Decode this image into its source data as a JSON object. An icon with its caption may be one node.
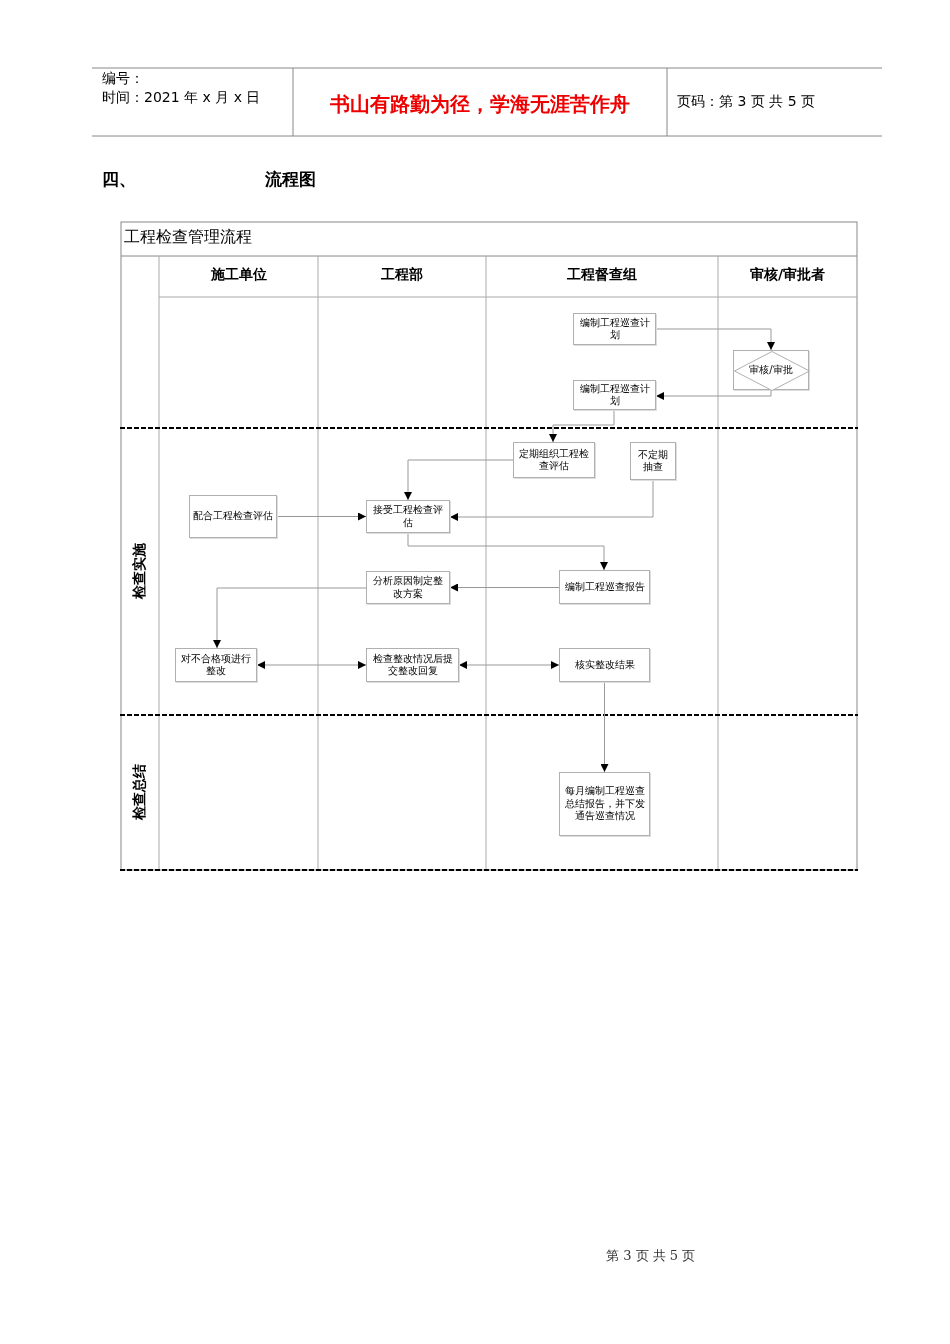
{
  "diagram": {
    "title": "工程检查管理流程",
    "nodes": [
      {
        "text": [
          "编制工程巡查计划"
        ]
      },
      {
        "text": [
          "审核/审批"
        ]
      },
      {
        "text": [
          "编制工程巡查计划"
        ]
      },
      {
        "text": [
          "定期组织工程检查评估"
        ]
      },
      {
        "text": [
          "不定期抽查"
        ]
      },
      {
        "text": [
          "配合工程检查评估"
        ]
      },
      {
        "text": [
          "接受工程检查评估"
        ]
      },
      {
        "text": [
          "分析原因制定整改方案"
        ]
      },
      {
        "text": [
          "编制工程巡查报告"
        ]
      },
      {
        "text": [
          "对不合格项进行整改"
        ]
      },
      {
        "text": [
          "检查整改情况后提交整改回复"
        ]
      },
      {
        "text": [
          "核实整改结果"
        ]
      },
      {
        "text": [
          "每月编制工程巡查总结报告，并下发通告巡查情况"
        ]
      }
    ],
    "edges": [
      {
        "from": 0,
        "to": 1,
        "arrow": "to"
      },
      {
        "from": 1,
        "to": 2,
        "arrow": "to"
      },
      {
        "from": 2,
        "to": 3,
        "arrow": "to"
      },
      {
        "from": 3,
        "to": 6,
        "arrow": "to"
      },
      {
        "from": 5,
        "to": 6,
        "arrow": "to"
      },
      {
        "from": 4,
        "to": 6,
        "arrow": "to"
      },
      {
        "from": 6,
        "to": 8,
        "arrow": "to"
      },
      {
        "from": 8,
        "to": 7,
        "arrow": "to"
      },
      {
        "from": 7,
        "to": 9,
        "arrow": "to"
      },
      {
        "from": 9,
        "to": 10,
        "arrow": "both"
      },
      {
        "from": 10,
        "to": 11,
        "arrow": "both"
      },
      {
        "from": 11,
        "to": 12,
        "arrow": "to"
      }
    ],
    "labels": [
      "编号：",
      "时间：2021 年 x 月 x 日",
      "书山有路勤为径，学海无涯苦作舟",
      "页码：第 3 页 共 5 页",
      "四、",
      "流程图",
      "施工单位",
      "工程部",
      "工程督查组",
      "审核/审批者",
      "检查实施",
      "检查总结",
      "第 3 页 共 5 页"
    ]
  }
}
